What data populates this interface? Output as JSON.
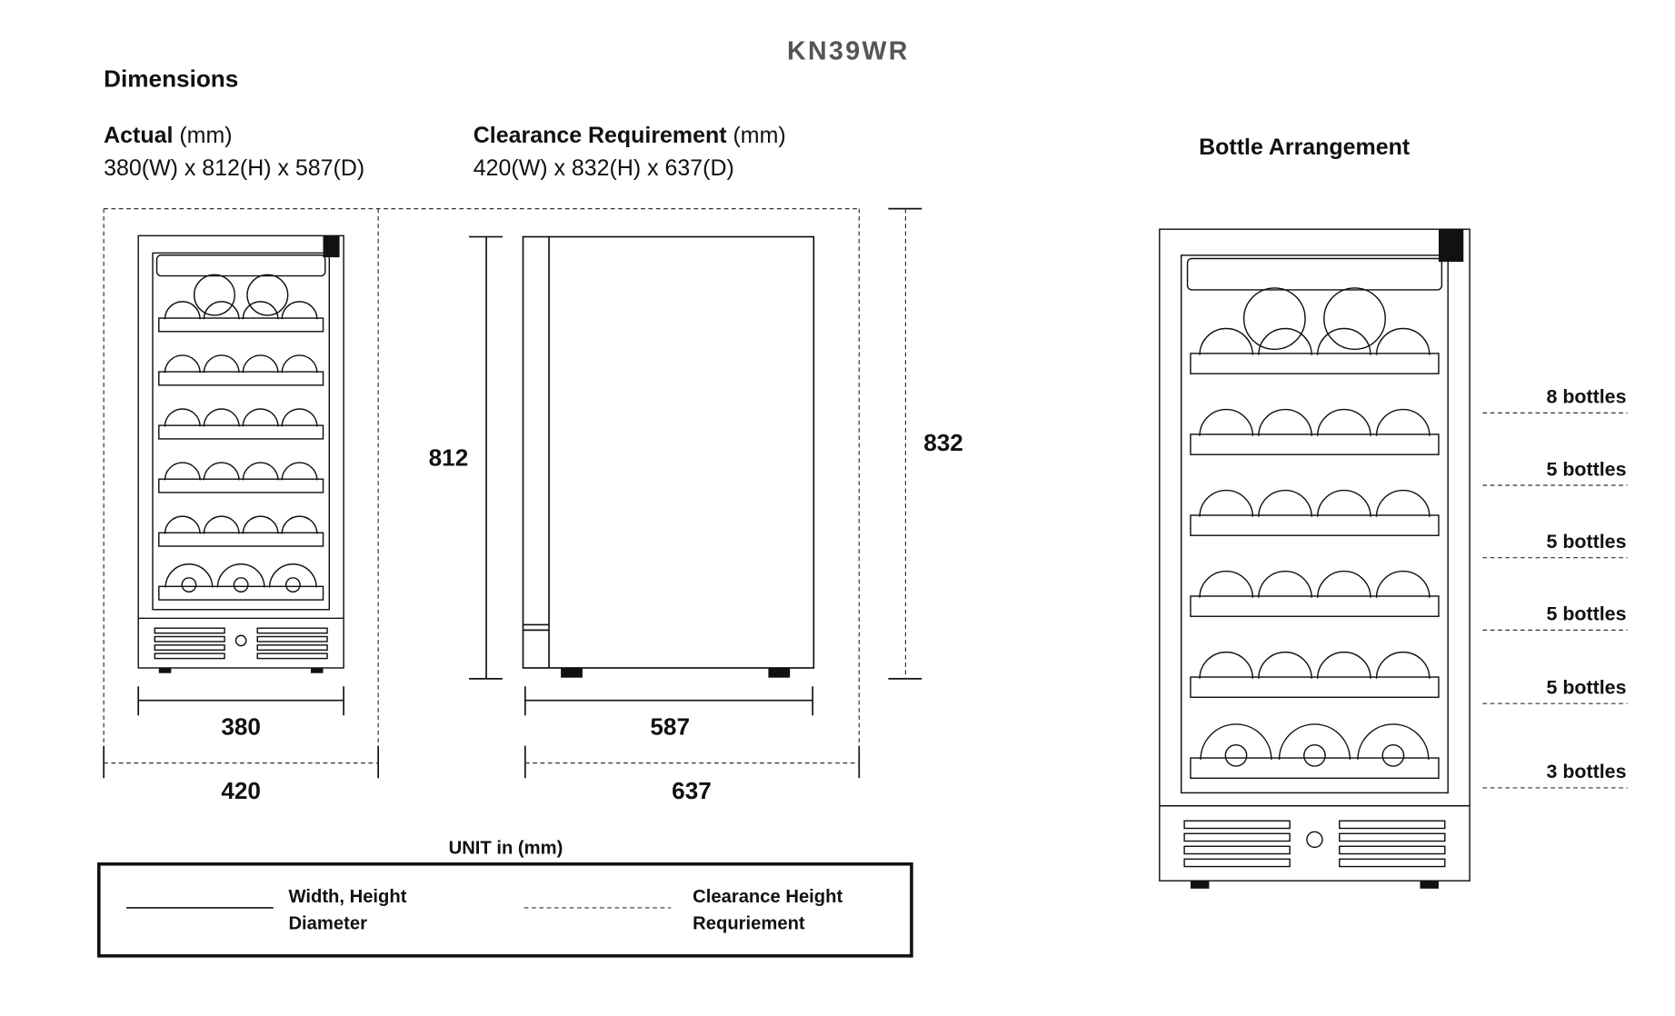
{
  "model": "KN39WR",
  "section_title": "Dimensions",
  "actual": {
    "label": "Actual",
    "unit": "(mm)",
    "dims": "380(W) x 812(H) x 587(D)"
  },
  "clearance": {
    "label": "Clearance Requirement",
    "unit": "(mm)",
    "dims": "420(W) x 832(H) x 637(D)"
  },
  "measures": {
    "width": "380",
    "clear_width": "420",
    "depth": "587",
    "clear_depth": "637",
    "height": "812",
    "clear_height": "832"
  },
  "unit_label": "UNIT in (mm)",
  "legend": {
    "solid_line1": "Width, Height",
    "solid_line2": "Diameter",
    "dashed_line1": "Clearance Height",
    "dashed_line2": "Requriement"
  },
  "bottle_title": "Bottle Arrangement",
  "shelves": [
    "8 bottles",
    "5 bottles",
    "5 bottles",
    "5 bottles",
    "5 bottles",
    "3 bottles"
  ]
}
